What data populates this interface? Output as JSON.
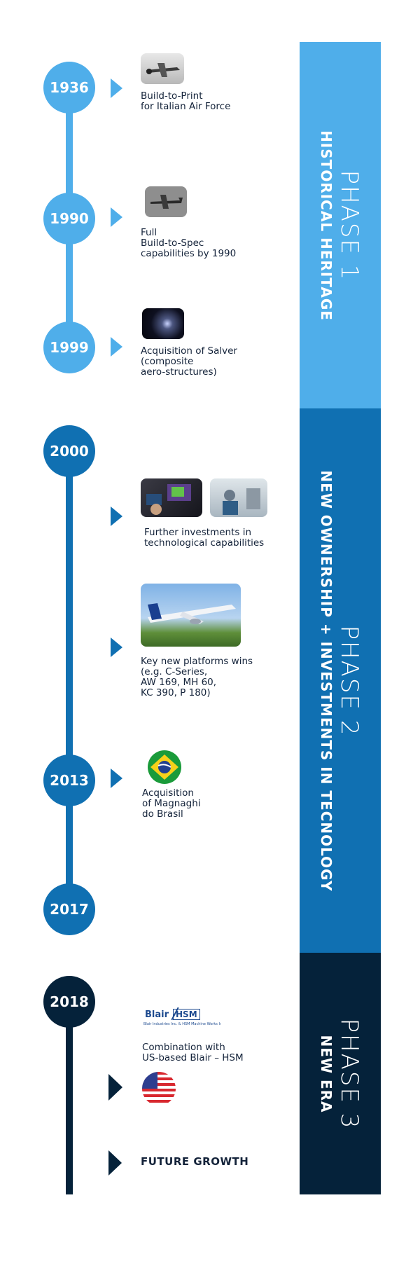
{
  "colors": {
    "phase1": "#4faeea",
    "phase2": "#1070b2",
    "phase3": "#05223a"
  },
  "phase1": {
    "label": "PHASE 1",
    "subtitle": "HISTORICAL HERITAGE",
    "milestones": [
      {
        "year": "1936",
        "caption": "Build-to-Print\nfor Italian Air Force",
        "icon": "vintage-plane-photo"
      },
      {
        "year": "1990",
        "caption": "Full\nBuild-to-Spec\ncapabilities by 1990",
        "icon": "transport-aircraft-photo"
      },
      {
        "year": "1999",
        "caption": "Acquisition of Salver\n(composite\naero-structures)",
        "icon": "composite-lab-photo"
      }
    ]
  },
  "phase2": {
    "label": "PHASE 2",
    "subtitle": "NEW OWNERSHIP + INVESTMENTS IN TECNOLOGY",
    "year_start": "2000",
    "items": [
      {
        "caption": "Further investments in\ntechnological capabilities",
        "icon": "engineering-workstation-photo"
      },
      {
        "caption": "Key new platforms wins\n(e.g. C-Series,\nAW 169, MH 60,\nKC 390, P 180)",
        "icon": "cseries-aircraft-photo"
      }
    ],
    "milestone_2013": {
      "year": "2013",
      "caption": "Acquisition\nof Magnaghi\ndo Brasil",
      "icon": "brazil-flag-icon"
    },
    "year_end": "2017"
  },
  "phase3": {
    "label": "PHASE 3",
    "subtitle": "NEW ERA",
    "year": "2018",
    "logo": {
      "name1": "Blair",
      "name2": "HSM",
      "fine_print": "Blair Industries Inc. & HSM Machine Works Inc."
    },
    "caption": "Combination with\nUS-based Blair – HSM",
    "flag_icon": "usa-flag-icon",
    "future": "FUTURE GROWTH"
  }
}
